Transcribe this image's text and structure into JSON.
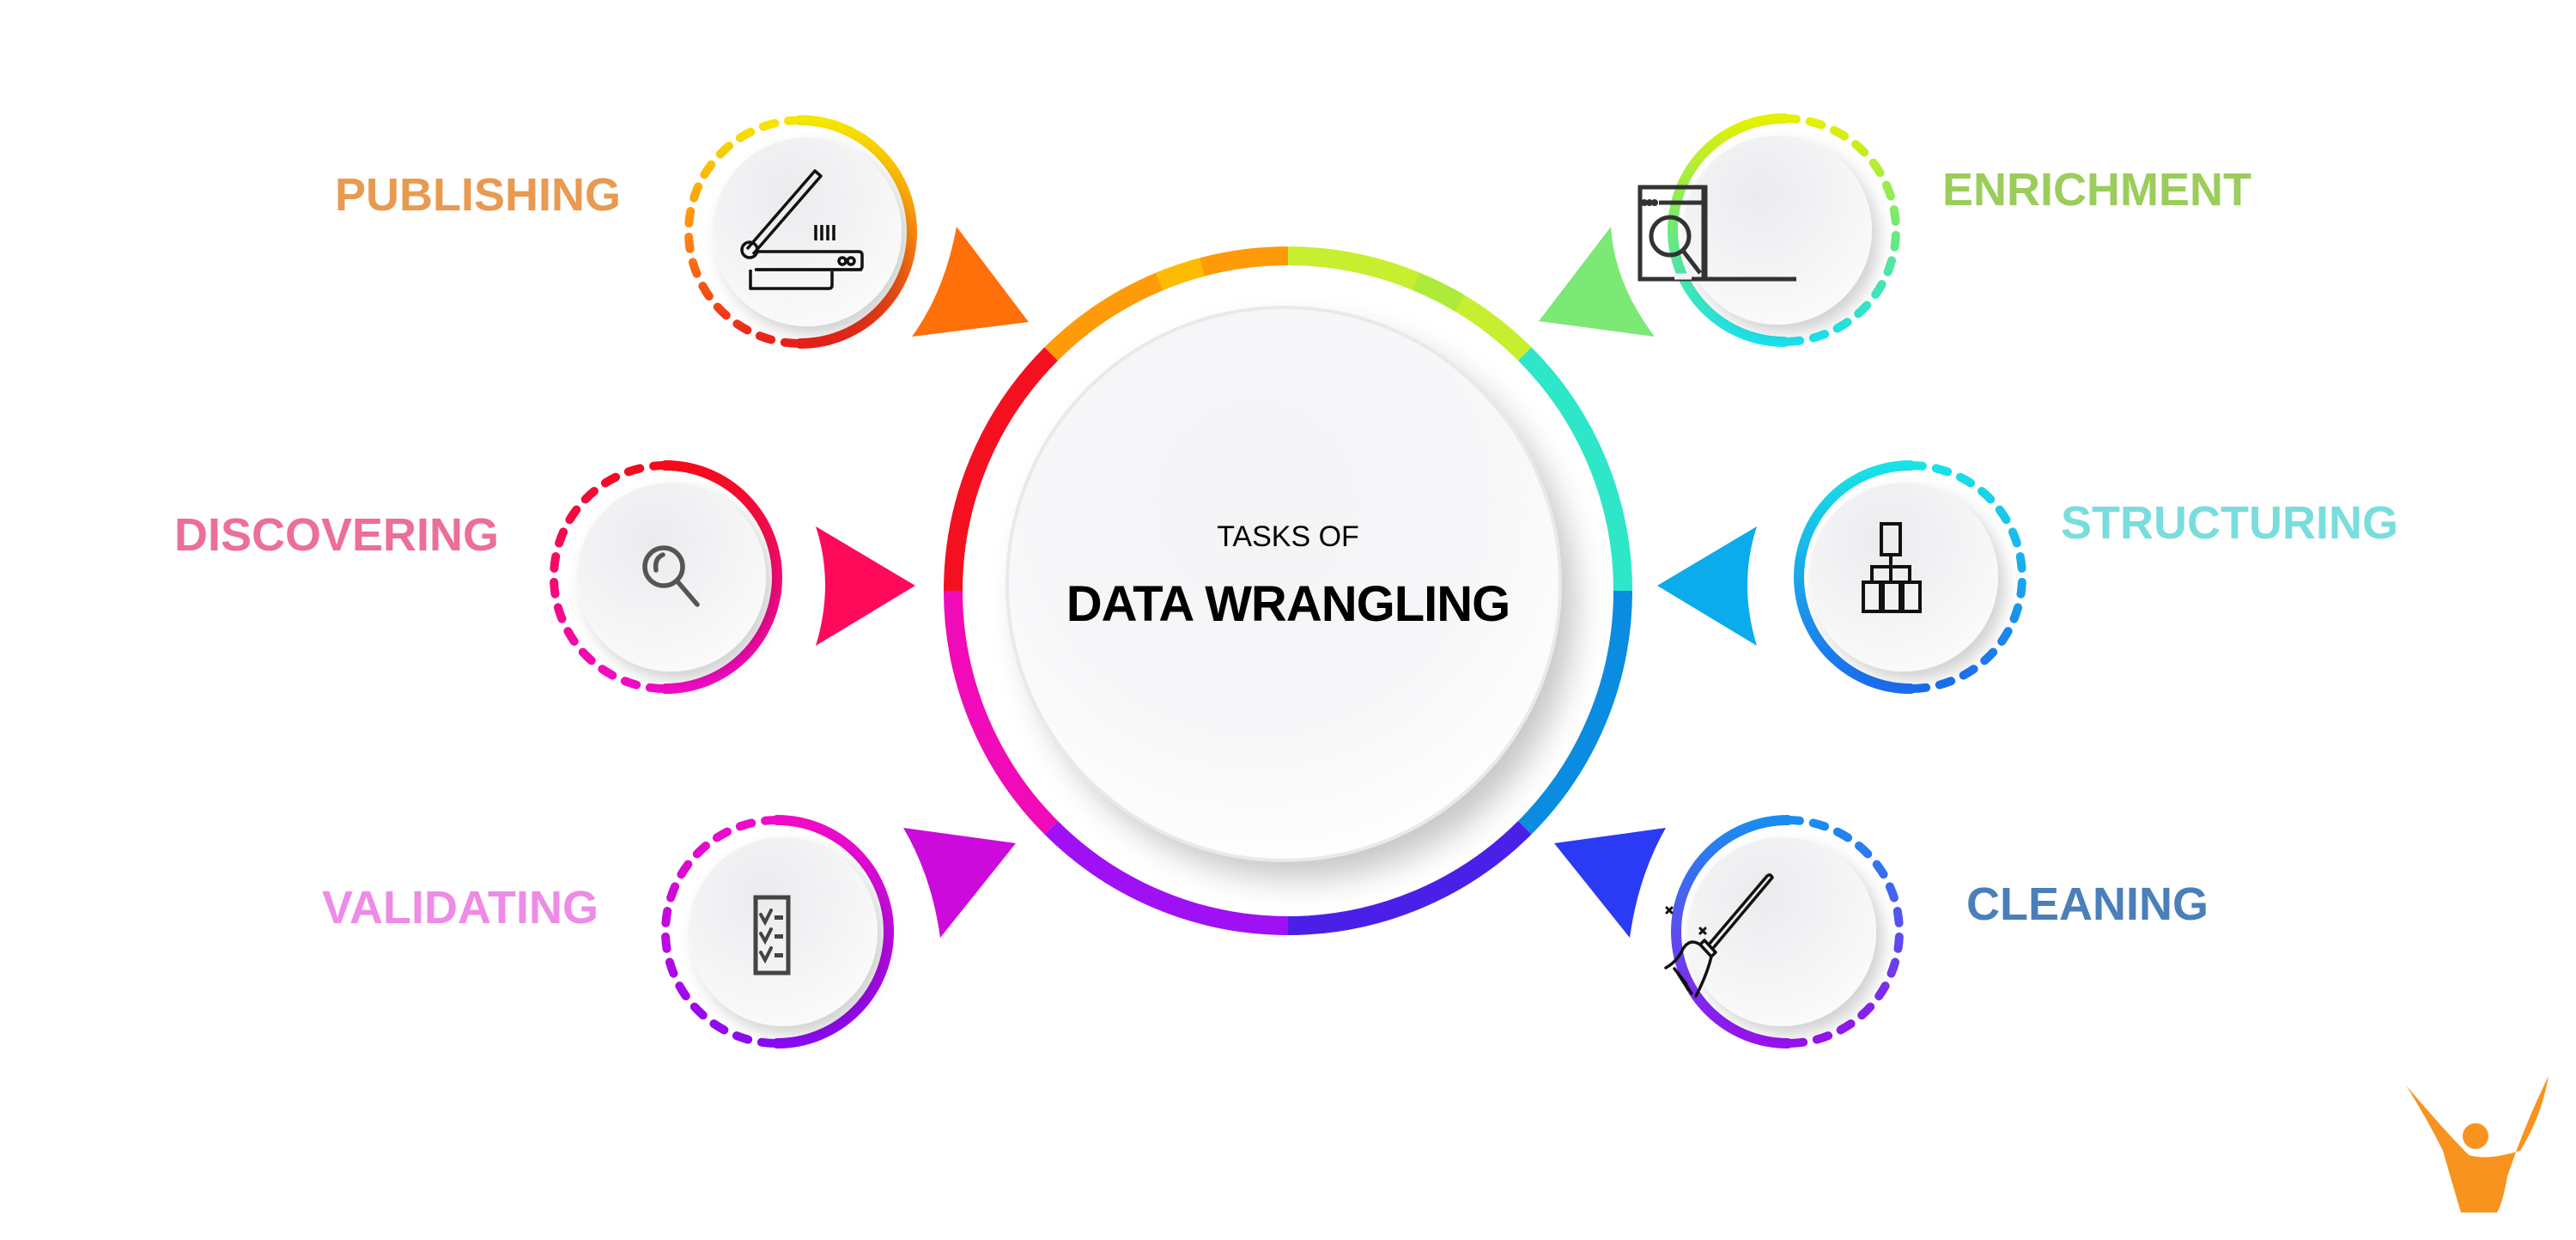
{
  "center": {
    "subtitle": "TASKS OF",
    "title": "DATA WRANGLING"
  },
  "tasks": [
    {
      "id": "publishing",
      "label": "PUBLISHING",
      "icon": "scanner-icon",
      "label_color": "#E89A50",
      "ring_colors": [
        "#F5E600",
        "#E8201A"
      ]
    },
    {
      "id": "enrichment",
      "label": "ENRICHMENT",
      "icon": "browser-search-icon",
      "label_color": "#9ACD5A",
      "ring_colors": [
        "#E6F000",
        "#19E3F0"
      ]
    },
    {
      "id": "discovering",
      "label": "DISCOVERING",
      "icon": "magnifier-icon",
      "label_color": "#EC6E9A",
      "ring_colors": [
        "#F50A1A",
        "#F20AC8"
      ]
    },
    {
      "id": "structuring",
      "label": "STRUCTURING",
      "icon": "hierarchy-icon",
      "label_color": "#79DDDD",
      "ring_colors": [
        "#19E3E6",
        "#1A6CF0"
      ]
    },
    {
      "id": "validating",
      "label": "VALIDATING",
      "icon": "checklist-icon",
      "label_color": "#EE8BE6",
      "ring_colors": [
        "#F00AC8",
        "#8A0AF5"
      ]
    },
    {
      "id": "cleaning",
      "label": "CLEANING",
      "icon": "broom-icon",
      "label_color": "#4A7FB8",
      "ring_colors": [
        "#1A8CF0",
        "#9A10F0"
      ]
    }
  ],
  "pointer_colors": {
    "publishing": "#FF6F0A",
    "enrichment": "#7CE876",
    "discovering": "#FF0A5A",
    "structuring": "#0AACEB",
    "validating": "#CC0ADC",
    "cleaning": "#2A3AF5"
  },
  "logo": {
    "icon": "person-v-logo-icon",
    "color": "#F7931E"
  }
}
